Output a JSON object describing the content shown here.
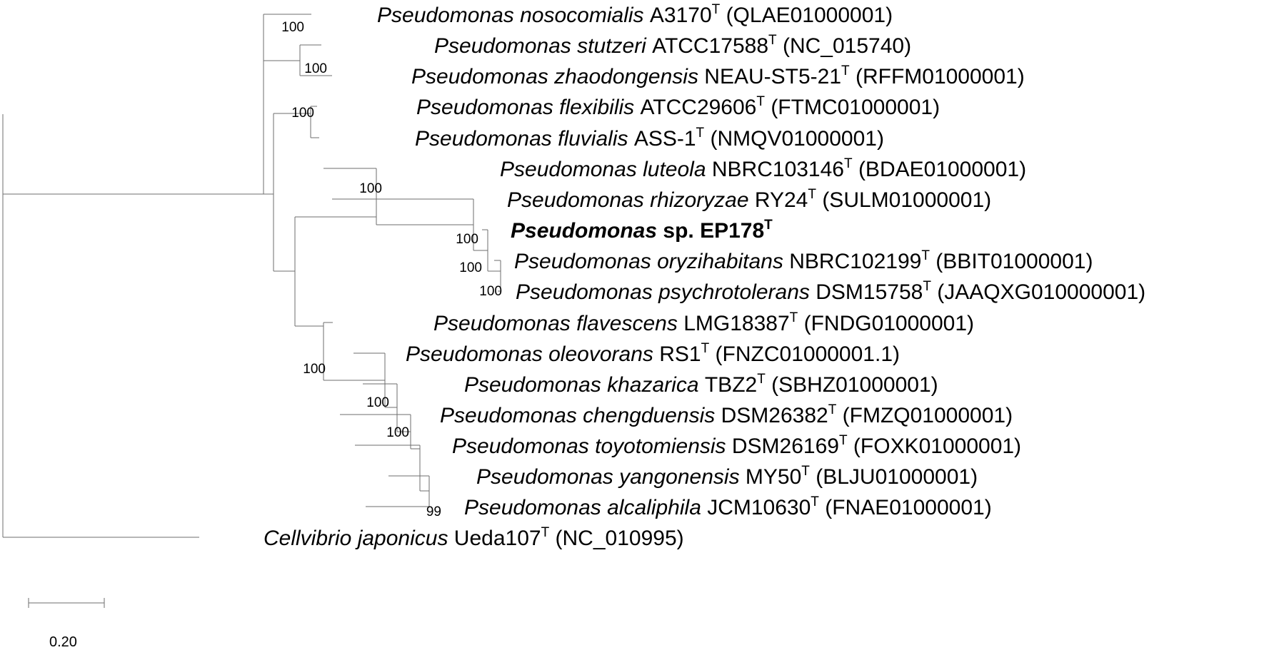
{
  "tree": {
    "leaves": [
      {
        "genus": "Pseudomonas",
        "species": "nosocomialis",
        "strain": "A3170",
        "type_mark": "T",
        "accession": "(QLAE01000001)"
      },
      {
        "genus": "Pseudomonas",
        "species": "stutzeri",
        "strain": "ATCC17588",
        "type_mark": "T",
        "accession": "(NC_015740)"
      },
      {
        "genus": "Pseudomonas",
        "species": "zhaodongensis",
        "strain": "NEAU-ST5-21",
        "type_mark": "T",
        "accession": "(RFFM01000001)"
      },
      {
        "genus": "Pseudomonas",
        "species": "flexibilis",
        "strain": "ATCC29606",
        "type_mark": "T",
        "accession": "(FTMC01000001)"
      },
      {
        "genus": "Pseudomonas",
        "species": "fluvialis",
        "strain": "ASS-1",
        "type_mark": "T",
        "accession": "(NMQV01000001)"
      },
      {
        "genus": "Pseudomonas",
        "species": "luteola",
        "strain": "NBRC103146",
        "type_mark": "T",
        "accession": "(BDAE01000001)"
      },
      {
        "genus": "Pseudomonas",
        "species": "rhizoryzae",
        "strain": "RY24",
        "type_mark": "T",
        "accession": "(SULM01000001)"
      },
      {
        "genus": "Pseudomonas",
        "bold_text": "sp. EP178",
        "type_mark": "T",
        "bold": true
      },
      {
        "genus": "Pseudomonas",
        "species": "oryzihabitans",
        "strain": "NBRC102199",
        "type_mark": "T",
        "accession": "(BBIT01000001)"
      },
      {
        "genus": "Pseudomonas",
        "species": "psychrotolerans",
        "strain": "DSM15758",
        "type_mark": "T",
        "accession": "(JAAQXG010000001)"
      },
      {
        "genus": "Pseudomonas",
        "species": "flavescens",
        "strain": "LMG18387",
        "type_mark": "T",
        "accession": "(FNDG01000001)"
      },
      {
        "genus": "Pseudomonas",
        "species": "oleovorans",
        "strain": "RS1",
        "type_mark": "T",
        "accession": "(FNZC01000001.1)"
      },
      {
        "genus": "Pseudomonas",
        "species": "khazarica",
        "strain": "TBZ2",
        "type_mark": "T",
        "accession": "(SBHZ01000001)"
      },
      {
        "genus": "Pseudomonas",
        "species": "chengduensis",
        "strain": "DSM26382",
        "type_mark": "T",
        "accession": "(FMZQ01000001)"
      },
      {
        "genus": "Pseudomonas",
        "species": "toyotomiensis",
        "strain": "DSM26169",
        "type_mark": "T",
        "accession": "(FOXK01000001)"
      },
      {
        "genus": "Pseudomonas",
        "species": "yangonensis",
        "strain": "MY50",
        "type_mark": "T",
        "accession": "(BLJU01000001)"
      },
      {
        "genus": "Pseudomonas",
        "species": "alcaliphila",
        "strain": "JCM10630",
        "type_mark": "T",
        "accession": "(FNAE01000001)"
      },
      {
        "genus": "Cellvibrio",
        "species": "japonicus",
        "strain": "Ueda107",
        "type_mark": "T",
        "accession": "(NC_010995)"
      }
    ],
    "bootstrap_values": [
      "100",
      "100",
      "100",
      "100",
      "100",
      "100",
      "100",
      "100",
      "100",
      "100",
      "99"
    ],
    "scale_bar": {
      "label": "0.20",
      "length": 0.2
    },
    "branch_color": "#6e6e6e"
  }
}
